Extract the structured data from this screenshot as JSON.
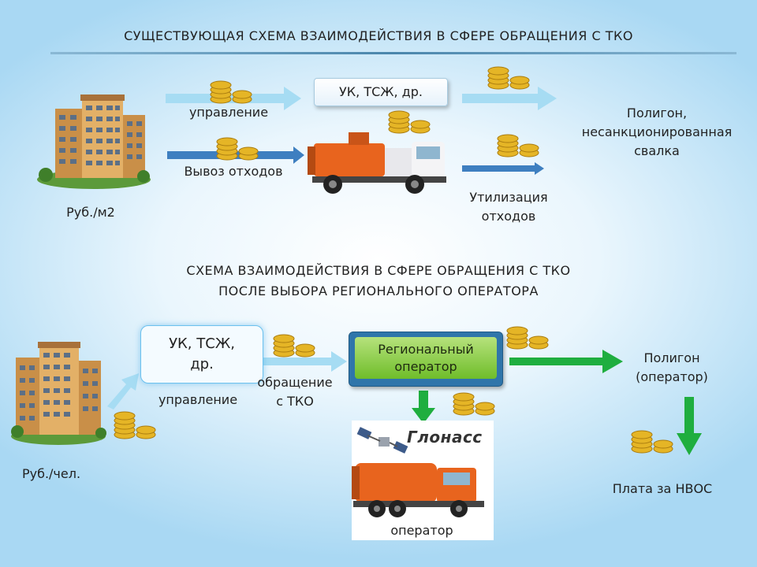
{
  "top": {
    "title": "СУЩЕСТВУЮЩАЯ СХЕМА ВЗАИМОДЕЙСТВИЯ В СФЕРЕ ОБРАЩЕНИЯ С ТКО",
    "uk_label": "УК, ТСЖ, др.",
    "management_label": "управление",
    "removal_label": "Вывоз отходов",
    "price_label": "Руб./м2",
    "landfill_label": [
      "Полигон,",
      "несанкционированная",
      "свалка"
    ],
    "utilization_label": [
      "Утилизация",
      "отходов"
    ]
  },
  "bottom": {
    "title": [
      "СХЕМА ВЗАИМОДЕЙСТВИЯ В СФЕРЕ ОБРАЩЕНИЯ С ТКО",
      "ПОСЛЕ ВЫБОРА РЕГИОНАЛЬНОГО ОПЕРАТОРА"
    ],
    "uk_label": [
      "УК, ТСЖ,",
      "др."
    ],
    "management_label": "управление",
    "handling_label": [
      "обращение",
      "с ТКО"
    ],
    "operator_box_label": [
      "Региональный",
      "оператор"
    ],
    "landfill_label": [
      "Полигон",
      "(оператор)"
    ],
    "glonass_label": "Глонасс",
    "operator_label": "оператор",
    "price_label": "Руб./чел.",
    "fee_label": "Плата за НВОС"
  },
  "colors": {
    "light_arrow": "#9cd6f0",
    "blue_arrow": "#3e7fc0",
    "green_arrow": "#1fae3f",
    "truck_orange": "#e8641e",
    "building": "#d9a25a",
    "coin": "#e5b526"
  }
}
